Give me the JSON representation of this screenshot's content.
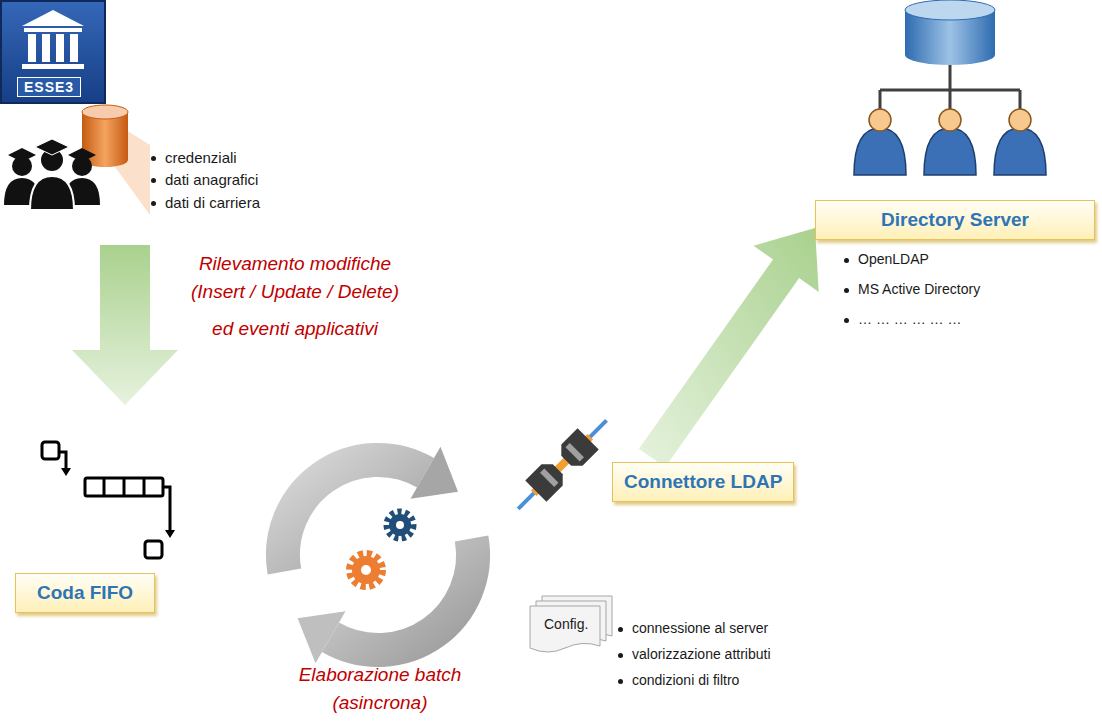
{
  "diagram": {
    "nodes": [
      {
        "text": [
          "Coda FIFO"
        ]
      },
      {
        "text": [
          "Connettore LDAP"
        ]
      },
      {
        "text": [
          "Directory Server"
        ]
      },
      {
        "text": [
          "Config."
        ]
      }
    ],
    "edges": [
      {
        "from": 1,
        "to": 2,
        "arrow": "to"
      }
    ],
    "labels": [
      "ESSE3",
      "credenziali",
      "dati anagrafici",
      "dati di carriera",
      "Rilevamento modifiche",
      "(Insert / Update / Delete)",
      "ed eventi applicativi",
      "OpenLDAP",
      "MS Active Directory",
      "… … … … … …",
      "Elaborazione batch",
      "(asincrona)",
      "connessione al server",
      "valorizzazione attributi",
      "condizioni di filtro"
    ]
  }
}
